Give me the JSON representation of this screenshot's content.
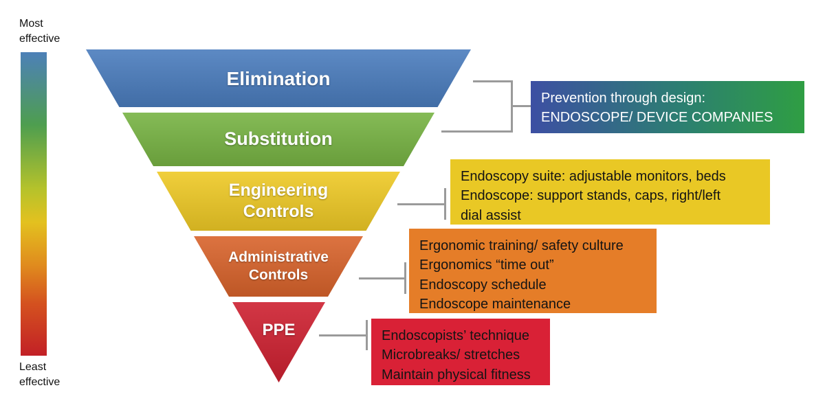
{
  "legend": {
    "most": "Most\neffective",
    "least": "Least\neffective"
  },
  "pyramid": {
    "layers": [
      {
        "label": "Elimination",
        "color": "#4a7cbd"
      },
      {
        "label": "Substitution",
        "color": "#77b343"
      },
      {
        "label": "Engineering\nControls",
        "color": "#eec925"
      },
      {
        "label": "Administrative\nControls",
        "color": "#d8632b"
      },
      {
        "label": "PPE",
        "color": "#cd2030"
      }
    ]
  },
  "annotations": {
    "design": {
      "text": "Prevention through design:\nENDOSCOPE/ DEVICE COMPANIES",
      "bg_from": "#3d4fa3",
      "bg_to": "#2f9e43"
    },
    "engineering": {
      "text": "Endoscopy suite: adjustable monitors, beds\nEndoscope: support stands, caps, right/left\ndial assist",
      "color": "#e9c825"
    },
    "administrative": {
      "text": "Ergonomic training/ safety culture\nErgonomics “time out”\nEndoscopy schedule\nEndoscope maintenance",
      "color": "#e57d28"
    },
    "ppe": {
      "text": "Endoscopists’ technique\nMicrobreaks/ stretches\nMaintain physical fitness",
      "color": "#d92136"
    }
  }
}
